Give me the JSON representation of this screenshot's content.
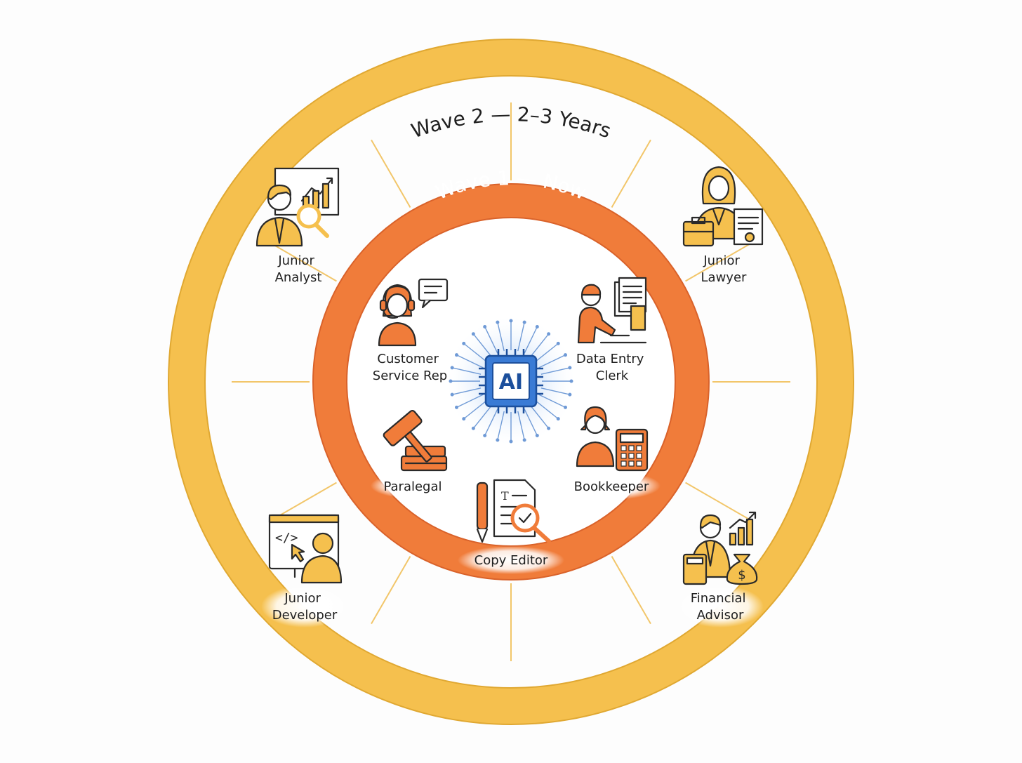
{
  "outer_ring": {
    "title": "Wave 2 — 2–3 Years",
    "color": "#f5c04e"
  },
  "inner_ring": {
    "title": "Wave 1 — Now",
    "color": "#f07c3a"
  },
  "center": {
    "label": "AI",
    "color": "#3a7bd5"
  },
  "wave1_roles": [
    {
      "line1": "Customer",
      "line2": "Service Rep",
      "icon": "headset-agent-icon"
    },
    {
      "line1": "Data Entry",
      "line2": "Clerk",
      "icon": "desk-computer-icon"
    },
    {
      "line1": "Paralegal",
      "line2": "",
      "icon": "gavel-books-icon"
    },
    {
      "line1": "Bookkeeper",
      "line2": "",
      "icon": "calculator-person-icon"
    },
    {
      "line1": "Copy Editor",
      "line2": "",
      "icon": "document-magnifier-icon"
    }
  ],
  "wave2_roles": [
    {
      "line1": "Junior",
      "line2": "Analyst",
      "icon": "analyst-chart-icon"
    },
    {
      "line1": "Junior",
      "line2": "Lawyer",
      "icon": "lawyer-briefcase-icon"
    },
    {
      "line1": "Junior",
      "line2": "Developer",
      "icon": "code-screen-icon"
    },
    {
      "line1": "Financial",
      "line2": "Advisor",
      "icon": "advisor-moneybag-icon"
    }
  ]
}
